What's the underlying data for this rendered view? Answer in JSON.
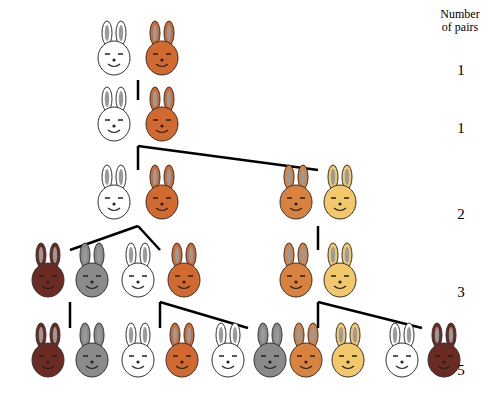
{
  "diagram": {
    "labels": [
      "Number of pairs",
      "1",
      "1",
      "2",
      "3",
      "5"
    ]
  }
}
